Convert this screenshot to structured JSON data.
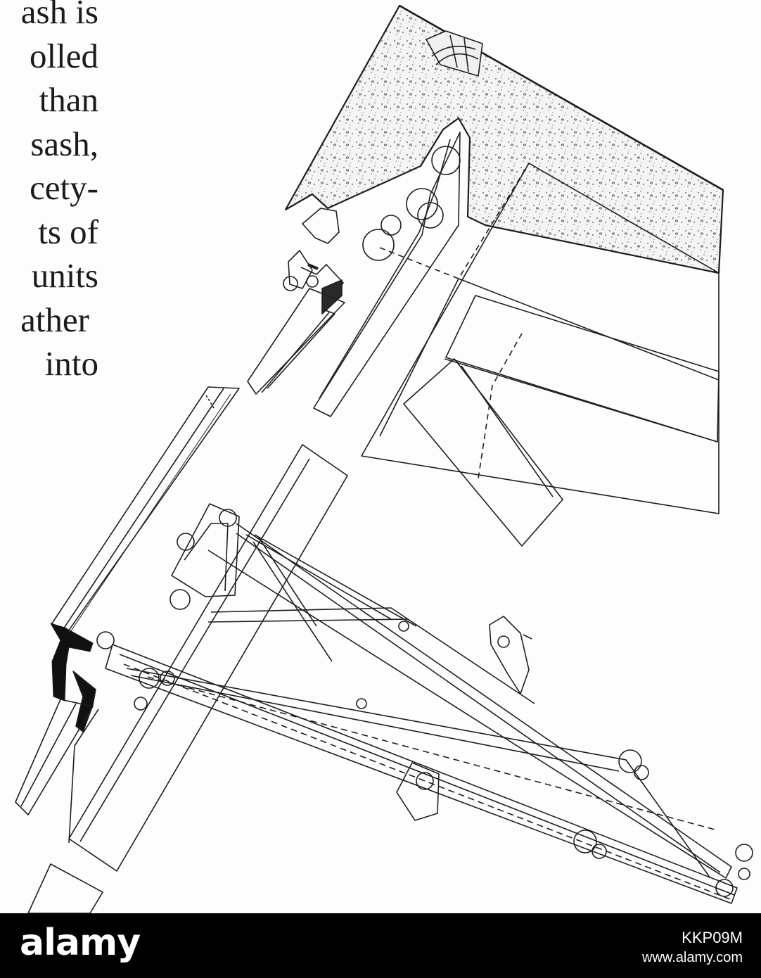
{
  "text_lines": [
    "ash is",
    "olled",
    "than",
    "sash,",
    "cety-",
    "ts of",
    "units",
    "ather",
    "into"
  ],
  "watermark": {
    "brand": "alamy",
    "image_id": "KKP09M",
    "site": "www.alamy.com"
  },
  "colors": {
    "ink": "#1b1b1b",
    "bar": "#000000",
    "bar_text": "#ffffff"
  }
}
